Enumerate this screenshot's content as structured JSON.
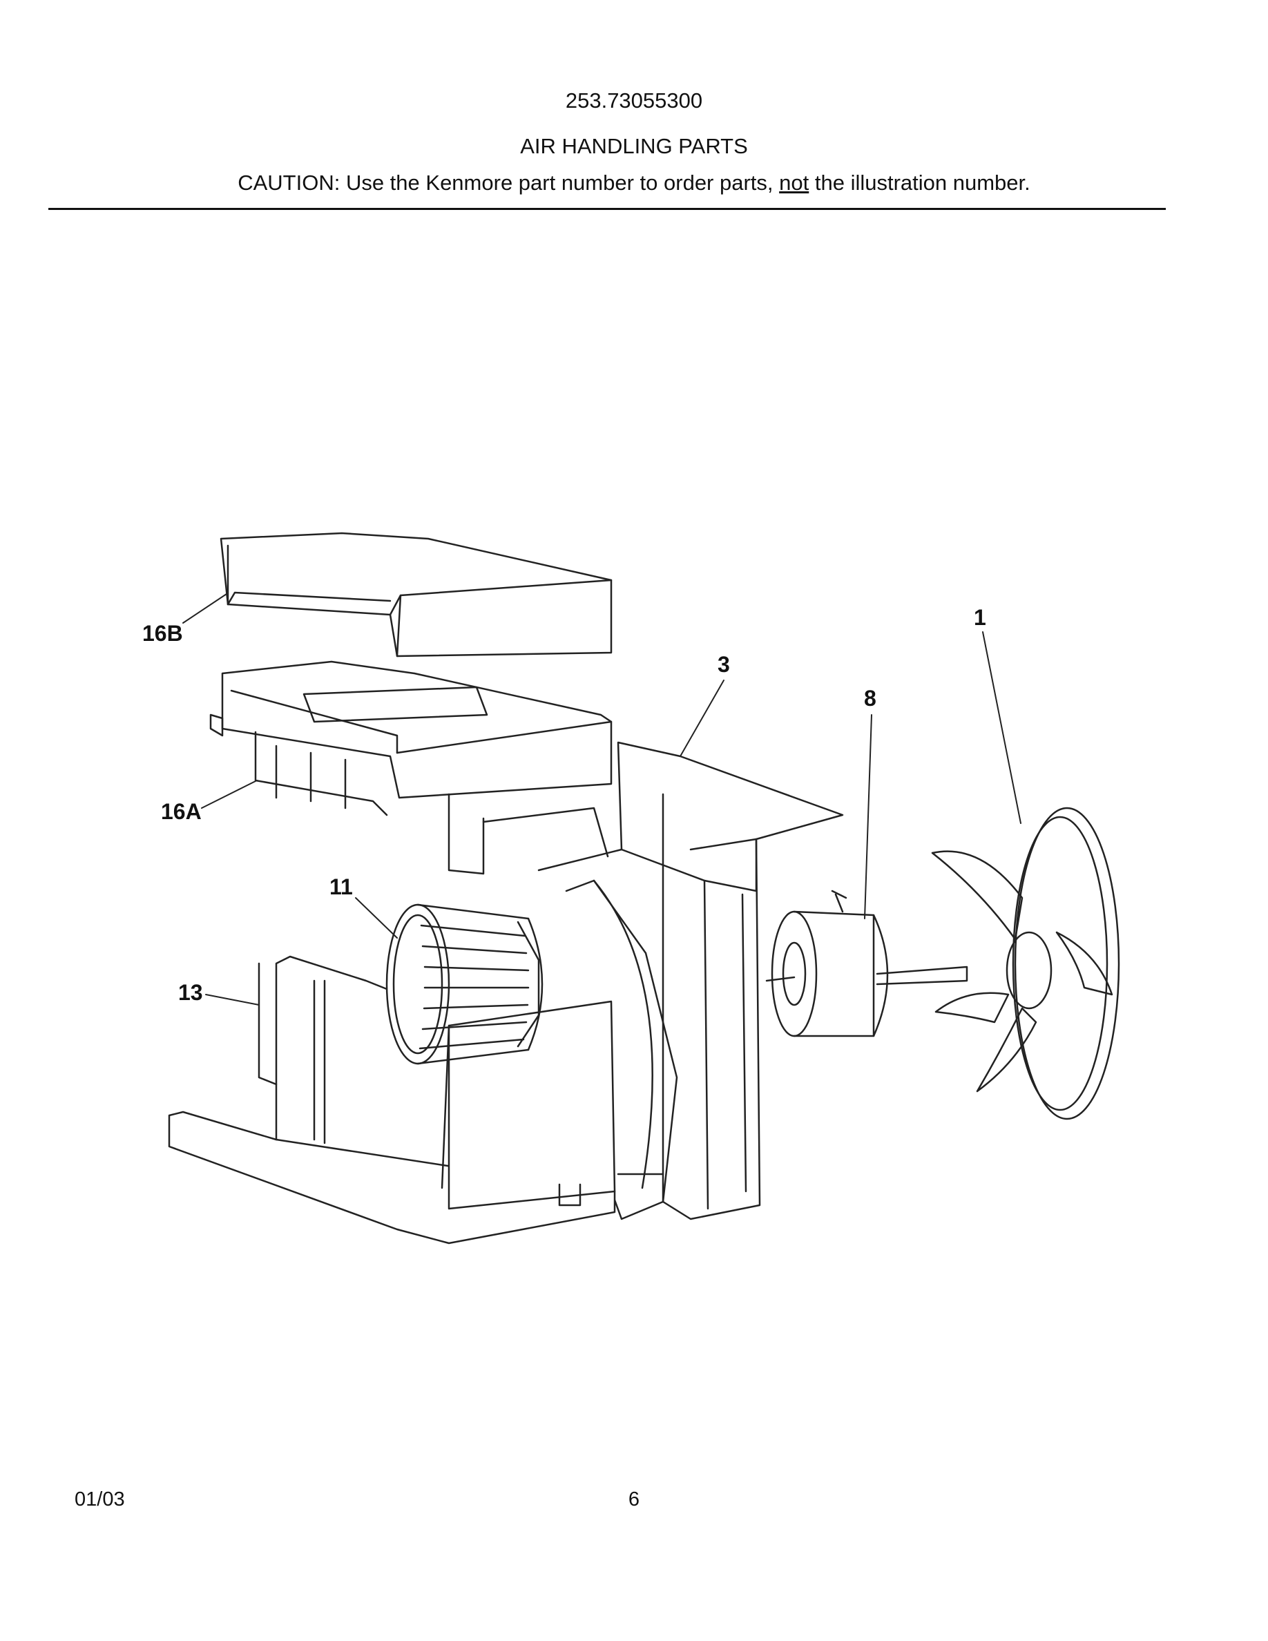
{
  "header": {
    "model_number": "253.73055300",
    "section_title": "AIR HANDLING PARTS",
    "caution_prefix": "CAUTION: Use the Kenmore part number to order parts, ",
    "caution_emphasis": "not",
    "caution_suffix": " the illustration number."
  },
  "callouts": {
    "c16b": "16B",
    "c16a": "16A",
    "c11": "11",
    "c13": "13",
    "c3": "3",
    "c8": "8",
    "c1": "1"
  },
  "footer": {
    "date": "01/03",
    "page": "6"
  }
}
